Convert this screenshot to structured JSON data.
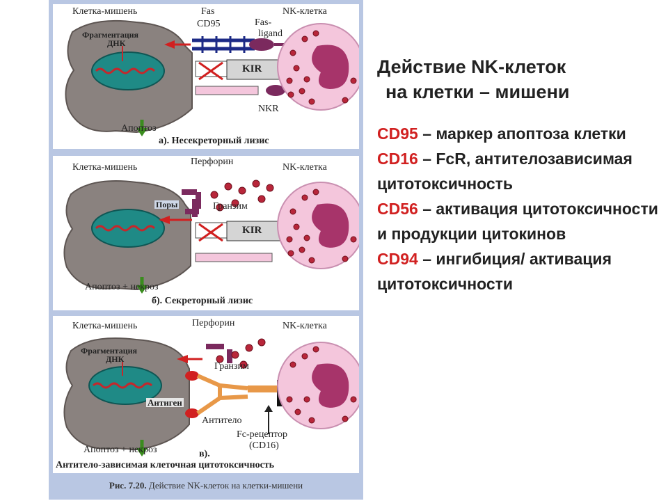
{
  "panels": [
    {
      "target_label": "Клетка-мишень",
      "dna_label_1": "Фрагментация",
      "dna_label_2": "ДНК",
      "fas_label_1": "Fas",
      "fas_label_2": "CD95",
      "ligand_label_1": "Fas-",
      "ligand_label_2": "ligand",
      "nk_label": "NK-клетка",
      "kir_label": "KIR",
      "nkr_label": "NKR",
      "outcome_label": "Апоптоз",
      "caption": "а). Несекреторный лизис"
    },
    {
      "target_label": "Клетка-мишень",
      "perforin_label": "Перфорин",
      "nk_label": "NK-клетка",
      "pore_label": "Поры",
      "granzyme_label": "Гранзим",
      "kir_label": "KIR",
      "outcome_label": "Апоптоз + некроз",
      "caption": "б). Секреторный лизис"
    },
    {
      "target_label": "Клетка-мишень",
      "perforin_label": "Перфорин",
      "nk_label": "NK-клетка",
      "dna_label_1": "Фрагментация",
      "dna_label_2": "ДНК",
      "granzyme_label": "Гранзим",
      "antigen_label": "Антиген",
      "antibody_label": "Антитело",
      "fc_label_1": "Fc-рецептор",
      "fc_label_2": "(CD16)",
      "outcome_label": "Апоптоз + некроз",
      "caption_letter": "в).",
      "caption": "Антитело-зависимая клеточная цитотоксичность"
    }
  ],
  "figure_caption": {
    "prefix": "Рис. 7.20.",
    "text": "Действие NK-клеток на клетки-мишени"
  },
  "slide": {
    "title_line1": "Действие NK-клеток",
    "title_line2": "на клетки – мишени",
    "items": [
      {
        "marker": "CD95",
        "text": " – маркер апоптоза клетки"
      },
      {
        "marker": "CD16",
        "text": " – FcR, антителозависимая цитотоксичность"
      },
      {
        "marker": "CD56",
        "text": " – активация цитотоксичности и продукции цитокинов"
      },
      {
        "marker": "CD94",
        "text": " – ингибиция/ активация цитотоксичности"
      }
    ]
  },
  "colors": {
    "marker": "#d12020",
    "figure_border": "#b9c7e3",
    "target_cell": "#8a827f",
    "nucleus": "#1f8a86",
    "nk_cell": "#f4c6dc",
    "nk_nucleus": "#a7346a",
    "granule": "#b8263a"
  }
}
